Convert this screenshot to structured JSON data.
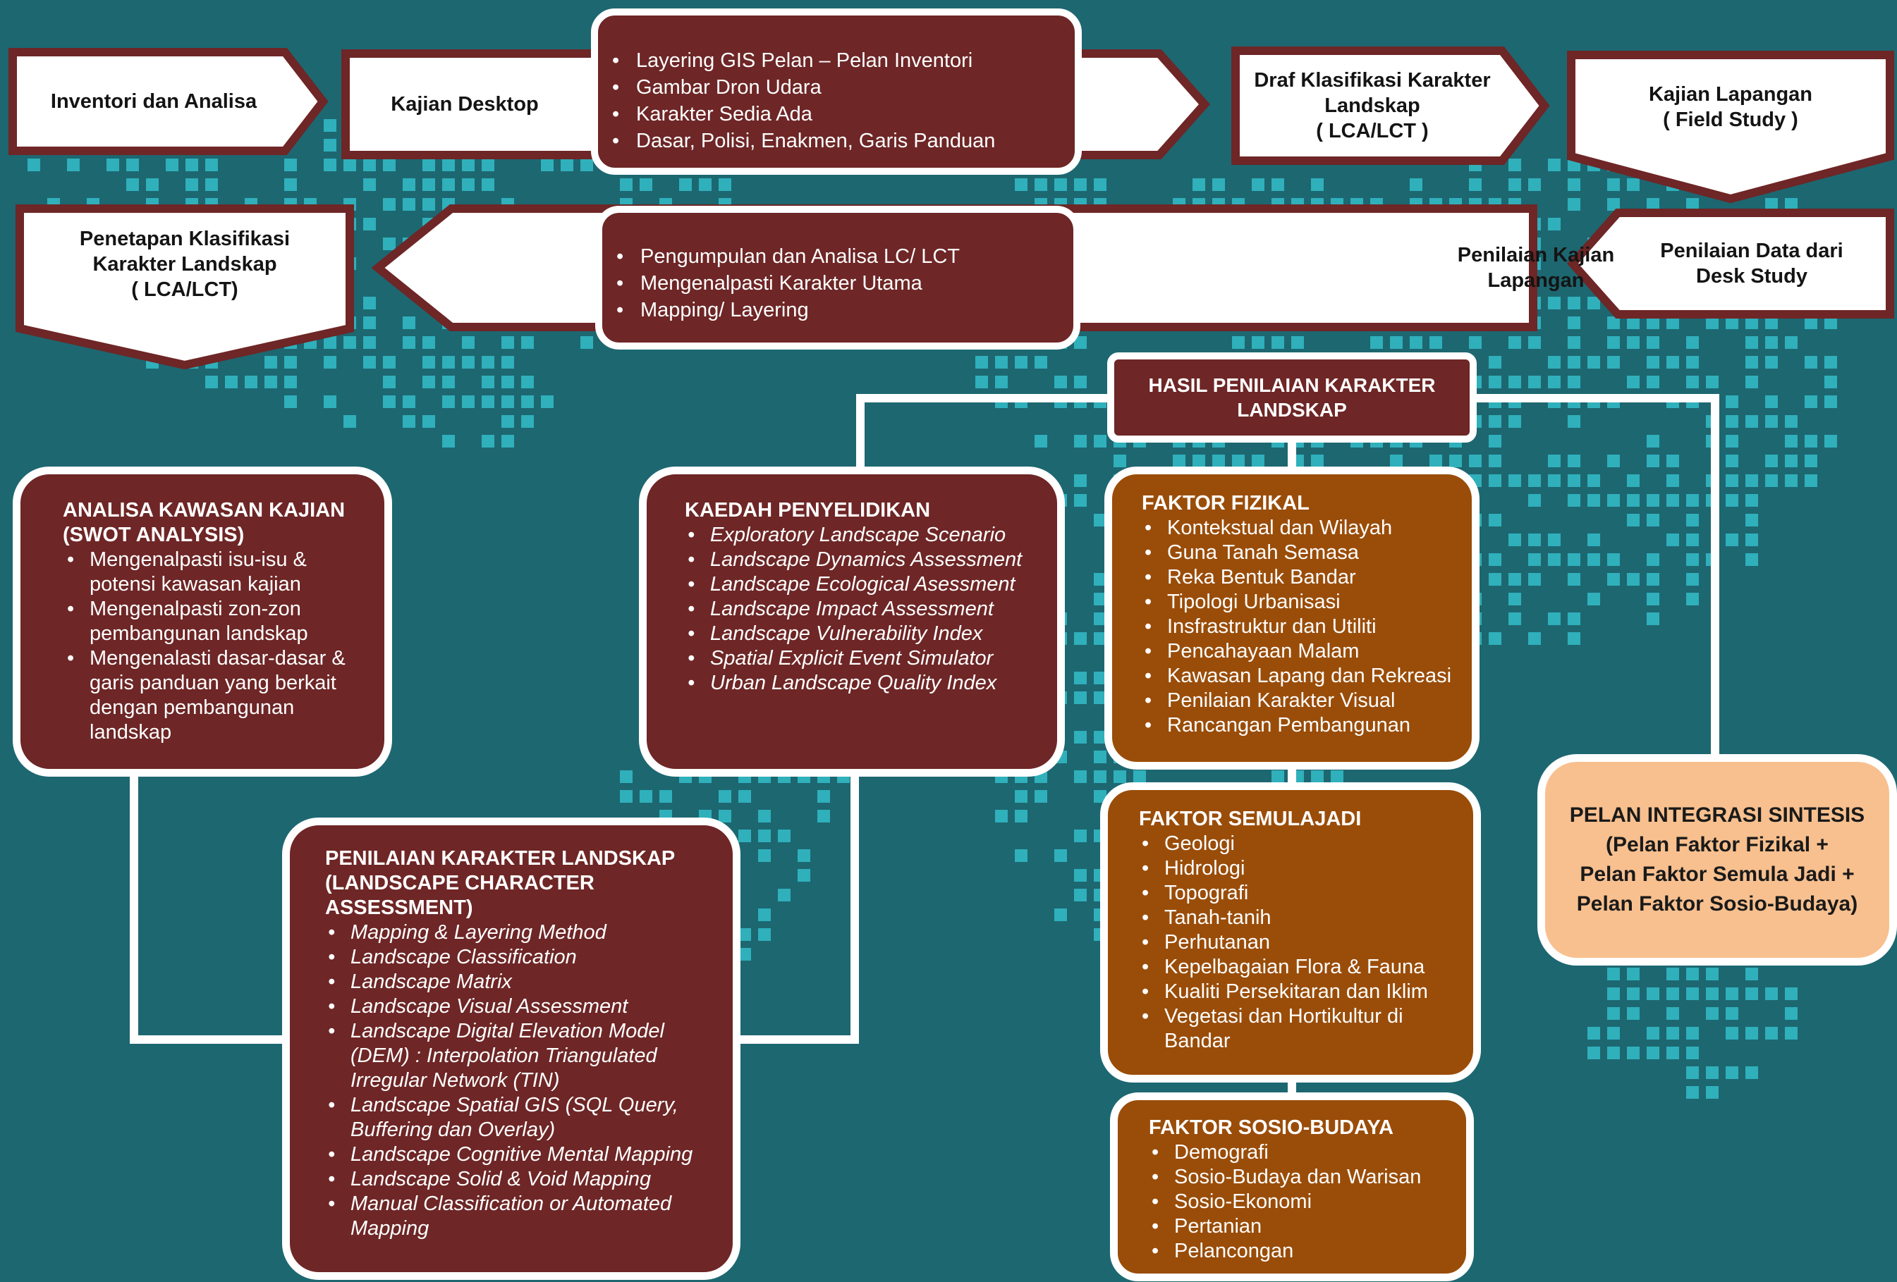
{
  "colors": {
    "background": "#1d6771",
    "map_dots": "#2fb0bb",
    "maroon": "#6e2626",
    "brown": "#9a4d09",
    "peach": "#f8c08f",
    "white": "#ffffff"
  },
  "flow_top": {
    "step1": "Inventori dan Analisa",
    "step2": "Kajian Desktop",
    "step2_details": [
      "Layering GIS  Pelan – Pelan Inventori",
      "Gambar Dron Udara",
      "Karakter Sedia Ada",
      "Dasar, Polisi, Enakmen, Garis Panduan"
    ],
    "step3": "Draf Klasifikasi Karakter\nLandskap\n( LCA/LCT )",
    "step4": "Kajian Lapangan\n( Field Study )"
  },
  "flow_second": {
    "step5": "Penilaian Data dari\nDesk Study",
    "step6": "Penilaian Kajian\nLapangan",
    "step6_details": [
      "Pengumpulan dan Analisa LC/ LCT",
      " Mengenalpasti Karakter Utama",
      "Mapping/ Layering"
    ],
    "step7": "Penetapan Klasifikasi\nKarakter Landskap\n( LCA/LCT)"
  },
  "hasil": "HASIL PENILAIAN KARAKTER\nLANDSKAP",
  "swot": {
    "title": "ANALISA KAWASAN KAJIAN\n(SWOT ANALYSIS)",
    "items": [
      "Mengenalpasti isu-isu & potensi kawasan kajian",
      "Mengenalpasti zon-zon pembangunan landskap",
      "Mengenalasti dasar-dasar & garis panduan yang berkait dengan pembangunan landskap"
    ]
  },
  "kaedah": {
    "title": "KAEDAH PENYELIDIKAN",
    "items": [
      "Exploratory Landscape Scenario",
      "Landscape Dynamics Assessment",
      "Landscape Ecological Asessment",
      "Landscape Impact Assessment",
      "Landscape Vulnerability Index",
      "Spatial Explicit Event Simulator",
      "Urban Landscape Quality Index"
    ]
  },
  "lca": {
    "title": "PENILAIAN KARAKTER LANDSKAP\n(LANDSCAPE CHARACTER\nASSESSMENT)",
    "items": [
      "Mapping & Layering Method",
      "Landscape Classification",
      "Landscape Matrix",
      "Landscape Visual Assessment",
      "Landscape Digital Elevation Model (DEM) : Interpolation Triangulated Irregular Network (TIN)",
      "Landscape Spatial GIS (SQL Query, Buffering dan Overlay)",
      "Landscape Cognitive Mental Mapping",
      "Landscape Solid & Void Mapping",
      "Manual Classification or Automated Mapping"
    ]
  },
  "fizikal": {
    "title": "FAKTOR FIZIKAL",
    "items": [
      "Kontekstual dan Wilayah",
      "Guna Tanah Semasa",
      "Reka Bentuk Bandar",
      "Tipologi Urbanisasi",
      "Insfrastruktur dan Utiliti",
      "Pencahayaan Malam",
      "Kawasan Lapang dan Rekreasi",
      "Penilaian Karakter Visual",
      "Rancangan Pembangunan"
    ]
  },
  "semulajadi": {
    "title": "FAKTOR SEMULAJADI",
    "items": [
      "Geologi",
      "Hidrologi",
      "Topografi",
      "Tanah-tanih",
      "Perhutanan",
      "Kepelbagaian Flora & Fauna",
      "Kualiti Persekitaran dan Iklim",
      "Vegetasi dan Hortikultur di Bandar"
    ]
  },
  "sosio": {
    "title": "FAKTOR SOSIO-BUDAYA",
    "items": [
      "Demografi",
      "Sosio-Budaya dan Warisan",
      "Sosio-Ekonomi",
      "Pertanian",
      "Pelancongan"
    ]
  },
  "integrasi": "PELAN INTEGRASI SINTESIS\n(Pelan Faktor Fizikal +\nPelan Faktor Semula Jadi +\nPelan Faktor Sosio-Budaya)"
}
